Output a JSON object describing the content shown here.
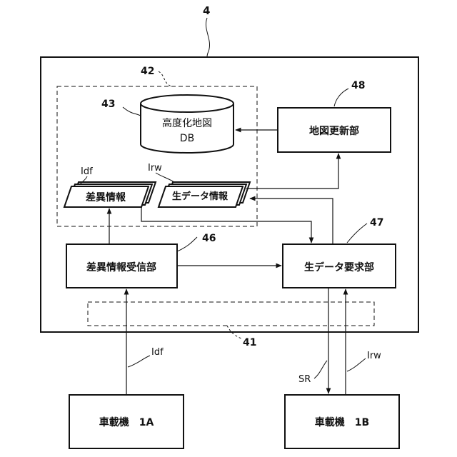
{
  "labels": {
    "system_num": "4",
    "container42_num": "42",
    "db_num": "43",
    "db_line1": "高度化地図",
    "db_line2": "DB",
    "map_update_num": "48",
    "map_update": "地図更新部",
    "idf_top": "Idf",
    "irw_top": "Irw",
    "diff_info": "差異情報",
    "raw_info": "生データ情報",
    "diff_recv_num": "46",
    "diff_recv": "差異情報受信部",
    "raw_req_num": "47",
    "raw_req": "生データ要求部",
    "comm_num": "41",
    "idf_bottom": "Idf",
    "sr": "SR",
    "irw_bottom": "Irw",
    "onboard_a": "車載機　1A",
    "onboard_b": "車載機　1B"
  }
}
